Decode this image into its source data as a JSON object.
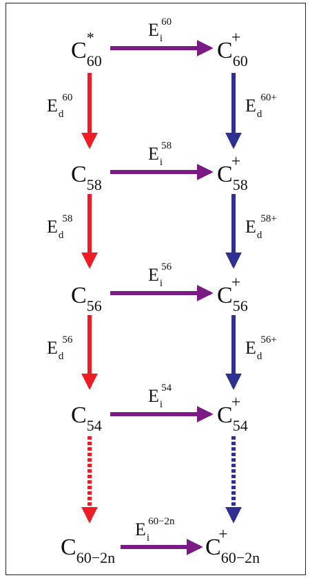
{
  "colors": {
    "ionization": "#7b1a86",
    "neutral_decay": "#ee1c24",
    "ion_decay": "#2e3192",
    "text": "#111111",
    "border": "#222222"
  },
  "nodes": {
    "n60": {
      "base": "C",
      "sub": "60",
      "sup": "*"
    },
    "n58": {
      "base": "C",
      "sub": "58",
      "sup": ""
    },
    "n56": {
      "base": "C",
      "sub": "56",
      "sup": ""
    },
    "n54": {
      "base": "C",
      "sub": "54",
      "sup": ""
    },
    "nN": {
      "base": "C",
      "sub": "60−2n",
      "sup": ""
    },
    "i60": {
      "base": "C",
      "sub": "60",
      "sup": "+"
    },
    "i58": {
      "base": "C",
      "sub": "58",
      "sup": "+"
    },
    "i56": {
      "base": "C",
      "sub": "56",
      "sup": "+"
    },
    "i54": {
      "base": "C",
      "sub": "54",
      "sup": "+"
    },
    "iN": {
      "base": "C",
      "sub": "60−2n",
      "sup": "+"
    }
  },
  "ionization_labels": {
    "r60": {
      "base": "E",
      "sub": "i",
      "sup": "60"
    },
    "r58": {
      "base": "E",
      "sub": "i",
      "sup": "58"
    },
    "r56": {
      "base": "E",
      "sub": "i",
      "sup": "56"
    },
    "r54": {
      "base": "E",
      "sub": "i",
      "sup": "54"
    },
    "rN": {
      "base": "E",
      "sub": "i",
      "sup": "60−2n"
    }
  },
  "decay_labels_neutral": {
    "d60": {
      "base": "E",
      "sub": "d",
      "sup": "60"
    },
    "d58": {
      "base": "E",
      "sub": "d",
      "sup": "58"
    },
    "d56": {
      "base": "E",
      "sub": "d",
      "sup": "56"
    }
  },
  "decay_labels_ion": {
    "d60": {
      "base": "E",
      "sub": "d",
      "sup": "60+"
    },
    "d58": {
      "base": "E",
      "sub": "d",
      "sup": "58+"
    },
    "d56": {
      "base": "E",
      "sub": "d",
      "sup": "56+"
    }
  }
}
